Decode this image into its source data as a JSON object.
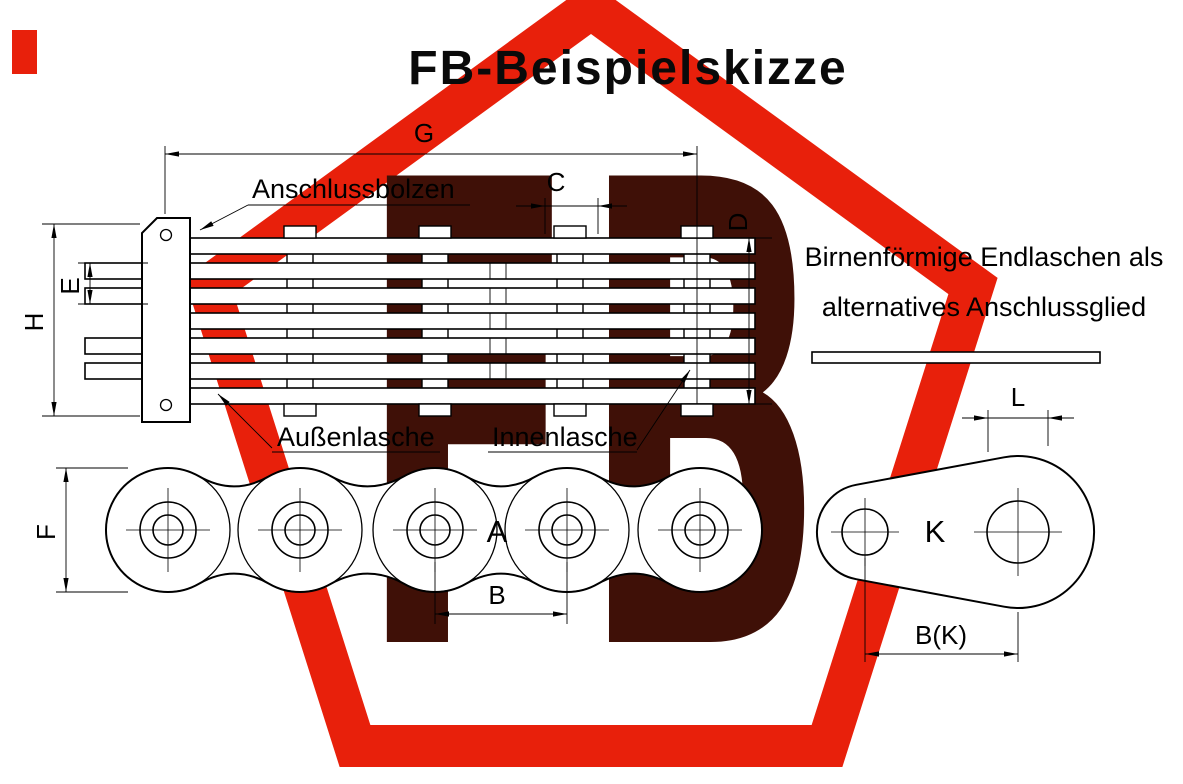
{
  "title": "FB-Beispielskizze",
  "watermark": {
    "letters": "FB"
  },
  "colors": {
    "pentagon_red": "#e8200b",
    "letters_dark": "#3f1007"
  },
  "top_view": {
    "dim_g": "G",
    "dim_c": "C",
    "dim_d": "D",
    "dim_h": "H",
    "dim_e": "E",
    "label_anschlussbolzen": "Anschlussbolzen",
    "label_aussenlasche": "Außenlasche",
    "label_innenlasche": "Innenlasche"
  },
  "side_view": {
    "dim_f": "F",
    "label_a": "A",
    "dim_b": "B"
  },
  "end_plate": {
    "dim_l": "L",
    "label_k": "K",
    "dim_bk": "B(K)"
  },
  "note": {
    "line1": "Birnenförmige Endlaschen als",
    "line2": "alternatives Anschlussglied"
  }
}
